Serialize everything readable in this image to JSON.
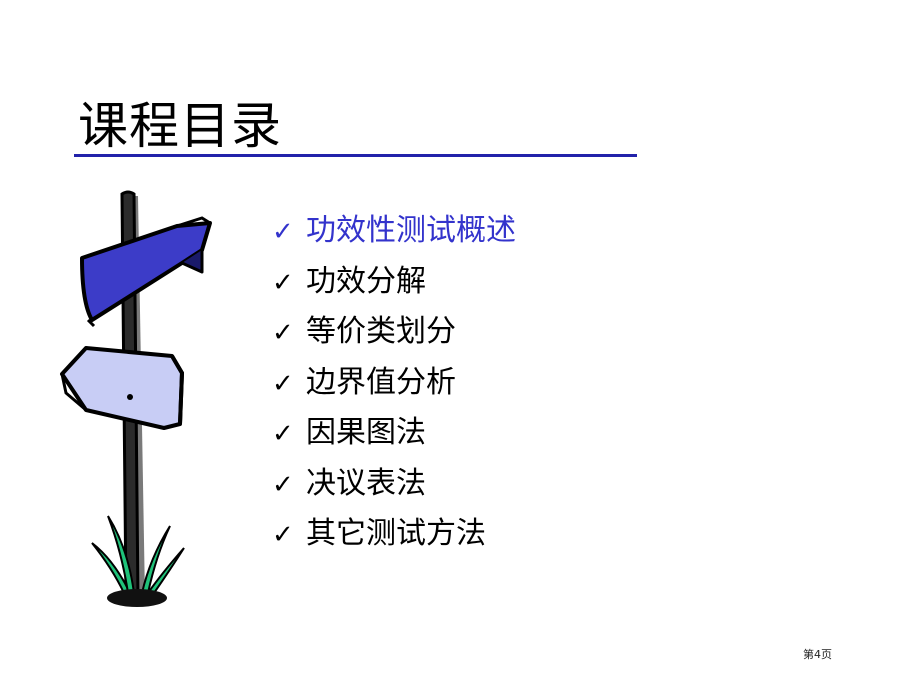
{
  "slide": {
    "title": "课程目录",
    "agenda": [
      {
        "label": "功效性测试概述",
        "active": true
      },
      {
        "label": "功效分解",
        "active": false
      },
      {
        "label": "等价类划分",
        "active": false
      },
      {
        "label": "边界值分析",
        "active": false
      },
      {
        "label": "因果图法",
        "active": false
      },
      {
        "label": "决议表法",
        "active": false
      },
      {
        "label": "其它测试方法",
        "active": false
      }
    ],
    "check_glyph": "✓",
    "page_number": "第4页"
  },
  "colors": {
    "title_rule": "#2222aa",
    "active_item": "#3333cc",
    "sign_upper": "#3c3cc8",
    "sign_lower": "#c8cdf5",
    "grass": "#1fc27a"
  },
  "icons": {
    "clipart": "signpost-icon",
    "bullet": "checkmark-icon"
  }
}
